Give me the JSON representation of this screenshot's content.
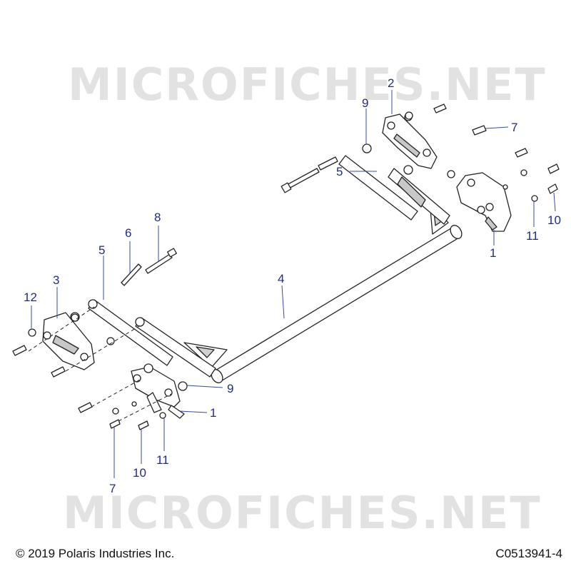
{
  "watermark": {
    "text": "MICROFICHES.NET"
  },
  "callouts": {
    "c1a": "1",
    "c1b": "1",
    "c2": "2",
    "c3": "3",
    "c4": "4",
    "c5a": "5",
    "c5b": "5",
    "c6": "6",
    "c7a": "7",
    "c7b": "7",
    "c8": "8",
    "c9a": "9",
    "c9b": "9",
    "c10a": "10",
    "c10b": "10",
    "c11a": "11",
    "c11b": "11",
    "c12": "12"
  },
  "footer": {
    "copyright": "© 2019 Polaris Industries Inc.",
    "figure_id": "C0513941-4"
  },
  "colors": {
    "callout": "#1f2a8c",
    "line": "#222222",
    "fill": "#ffffff",
    "shade": "#c8c8c8"
  }
}
